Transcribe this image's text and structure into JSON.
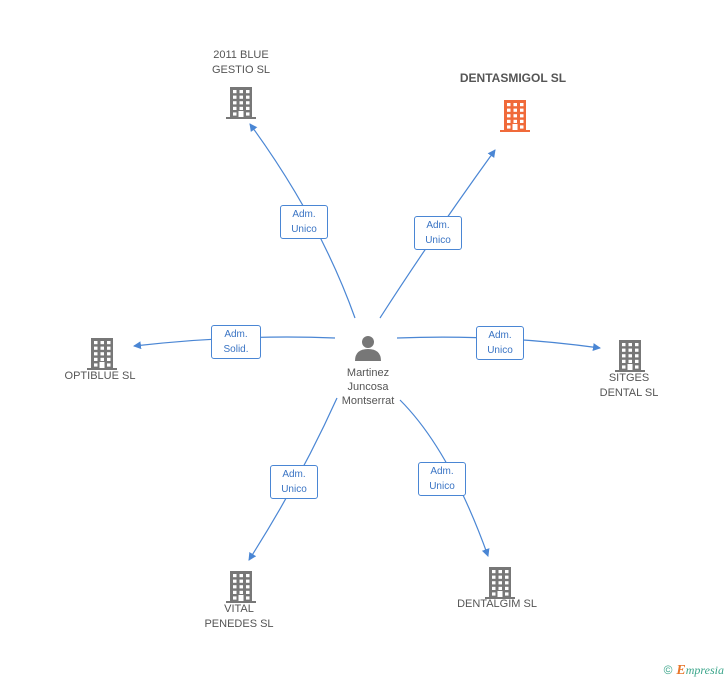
{
  "person": {
    "name": "Martinez\nJuncosa\nMontserrat",
    "icon": "person-icon"
  },
  "companies": [
    {
      "id": "2011-blue-gestio",
      "name": "2011 BLUE\nGESTIO SL",
      "highlight": false
    },
    {
      "id": "dentasmigol",
      "name": "DENTASMIGOL SL",
      "highlight": true
    },
    {
      "id": "optiblue",
      "name": "OPTIBLUE SL",
      "highlight": false
    },
    {
      "id": "sitges-dental",
      "name": "SITGES\nDENTAL SL",
      "highlight": false
    },
    {
      "id": "vital-penedes",
      "name": "VITAL\nPENEDES SL",
      "highlight": false
    },
    {
      "id": "dentalgim",
      "name": "DENTALGIM SL",
      "highlight": false
    }
  ],
  "relations": [
    {
      "to": "2011-blue-gestio",
      "role": "Adm.\nUnico"
    },
    {
      "to": "dentasmigol",
      "role": "Adm.\nUnico"
    },
    {
      "to": "optiblue",
      "role": "Adm.\nSolid."
    },
    {
      "to": "sitges-dental",
      "role": "Adm.\nUnico"
    },
    {
      "to": "vital-penedes",
      "role": "Adm.\nUnico"
    },
    {
      "to": "dentalgim",
      "role": "Adm.\nUnico"
    }
  ],
  "colors": {
    "edge": "#4a86d4",
    "building": "#777777",
    "highlight": "#f06a3a",
    "person": "#777777"
  },
  "credit": {
    "symbol": "©",
    "brand_initial": "E",
    "brand_rest": "mpresia"
  }
}
